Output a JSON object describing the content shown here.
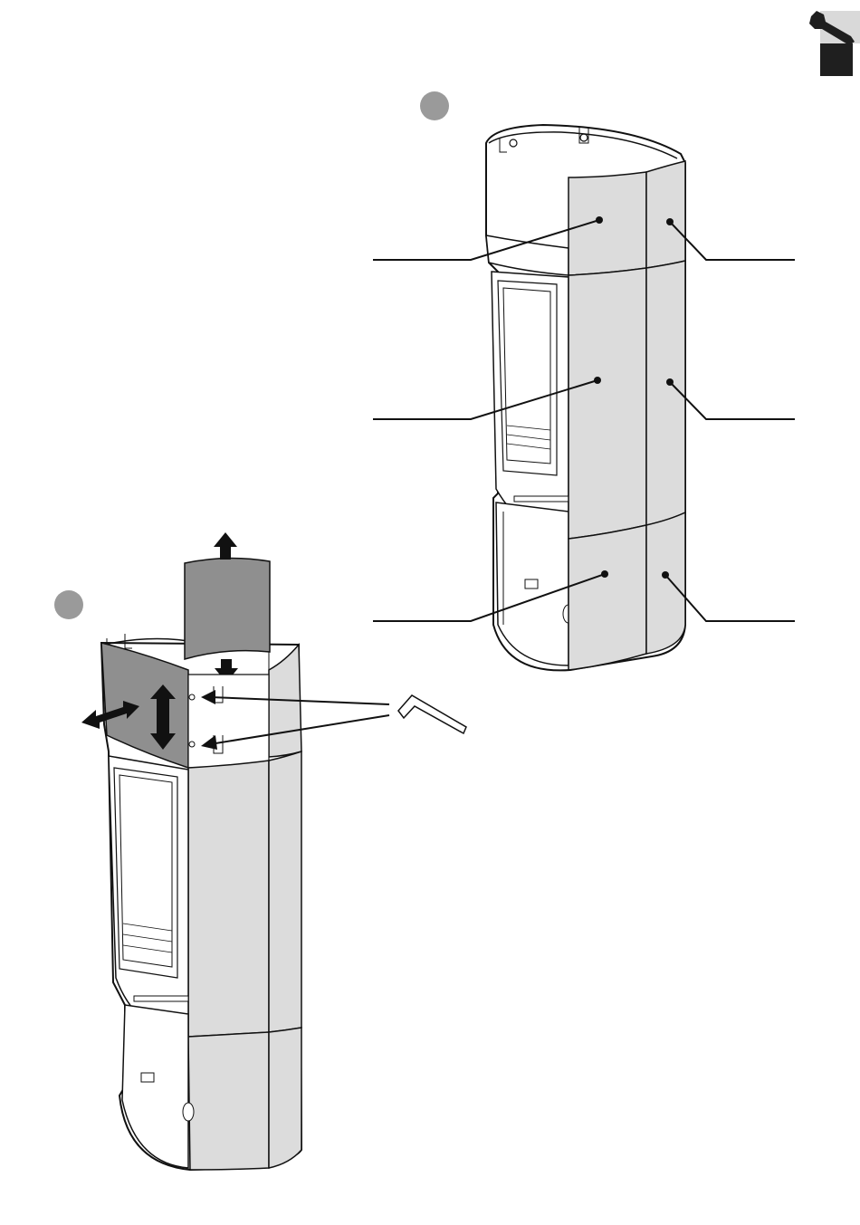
{
  "corner_tab": {
    "icon": "wrench-icon",
    "fill_color": "#1f1f1f",
    "tab_color": "#d9d9d9"
  },
  "steps": [
    {
      "id": "step-1",
      "marker_color": "#9a9a9a"
    },
    {
      "id": "step-2",
      "marker_color": "#9a9a9a"
    }
  ],
  "colors": {
    "panel_light": "#dcdcdc",
    "panel_dark": "#8f8f8f",
    "outline": "#111111",
    "body": "#ffffff"
  },
  "callouts": [
    {
      "panel": "upper-front-panel"
    },
    {
      "panel": "upper-side-panel"
    },
    {
      "panel": "middle-front-panel"
    },
    {
      "panel": "middle-side-panel"
    },
    {
      "panel": "lower-front-panel"
    },
    {
      "panel": "lower-side-panel"
    }
  ],
  "tools": [
    {
      "icon": "allen-key-icon"
    }
  ]
}
